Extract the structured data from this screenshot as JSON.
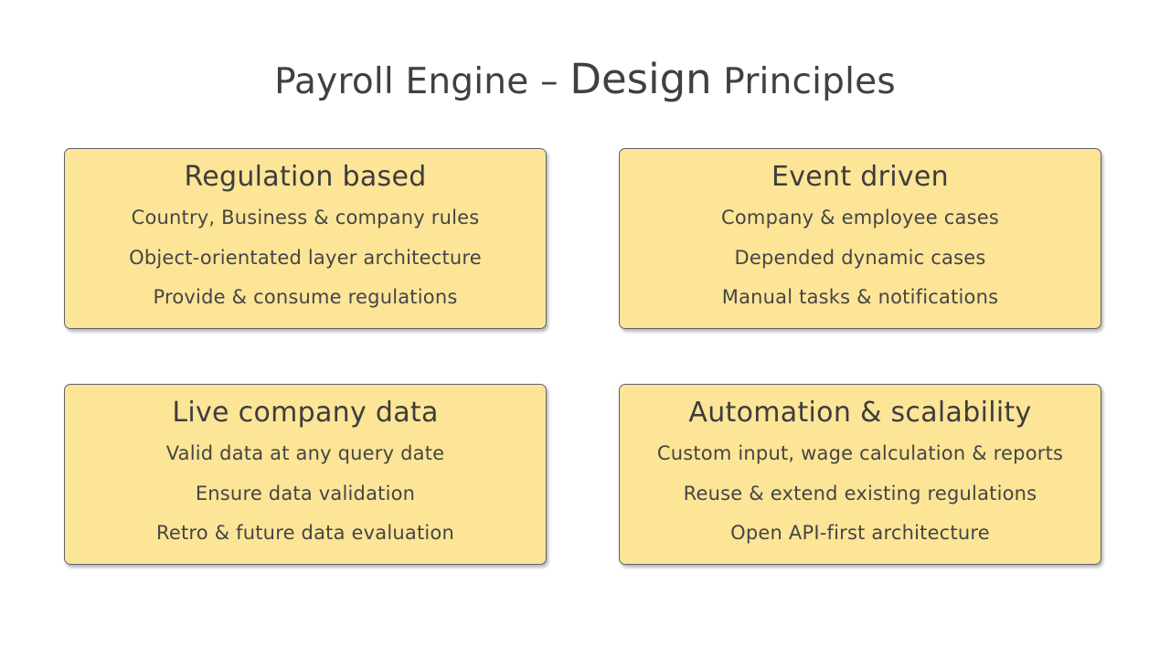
{
  "title": {
    "part1": "Payroll Engine – ",
    "part2": "Design",
    "part3": " Principles"
  },
  "cards": [
    {
      "title": "Regulation based",
      "items": [
        "Country, Business & company rules",
        "Object-orientated layer architecture",
        "Provide & consume regulations"
      ]
    },
    {
      "title": "Event driven",
      "items": [
        "Company & employee cases",
        "Depended dynamic cases",
        "Manual tasks & notifications"
      ]
    },
    {
      "title": "Live company data",
      "items": [
        "Valid data at any query date",
        "Ensure data validation",
        "Retro & future data evaluation"
      ]
    },
    {
      "title": "Automation & scalability",
      "items": [
        "Custom input, wage calculation & reports",
        "Reuse & extend existing regulations",
        "Open API-first architecture"
      ]
    }
  ],
  "colors": {
    "card_fill": "#fde597",
    "card_border": "#5a6270",
    "text": "#404040",
    "background": "#ffffff"
  }
}
